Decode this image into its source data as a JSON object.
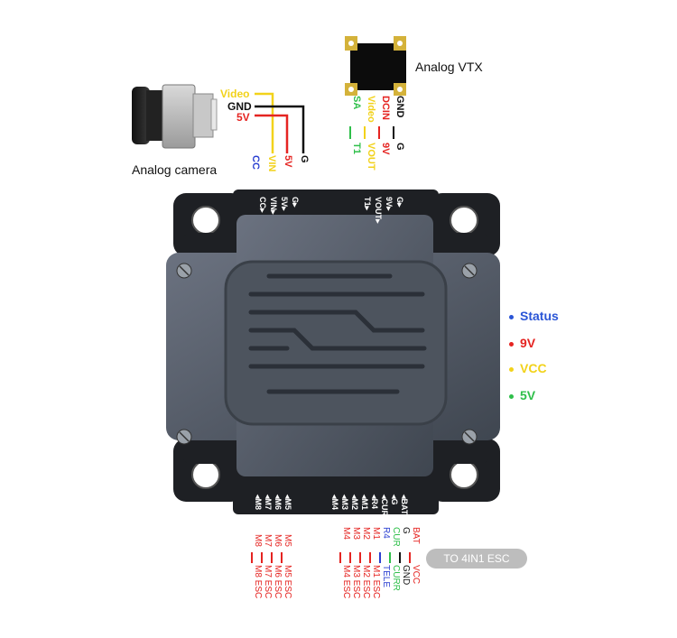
{
  "camera": {
    "title": "Analog camera",
    "wires": [
      {
        "label": "Video",
        "color": "#f2d21a"
      },
      {
        "label": "GND",
        "color": "#111111"
      },
      {
        "label": "5V",
        "color": "#e52421"
      }
    ],
    "pins": [
      {
        "label": "G",
        "color": "#111111"
      },
      {
        "label": "5V",
        "color": "#e52421"
      },
      {
        "label": "VIN",
        "color": "#f2d21a"
      },
      {
        "label": "CC",
        "color": "#2a3fd1"
      }
    ]
  },
  "vtx": {
    "title": "Analog VTX",
    "wires": [
      {
        "label": "GND",
        "pin": "G",
        "color": "#111111"
      },
      {
        "label": "DCIN",
        "pin": "9V",
        "color": "#e52421"
      },
      {
        "label": "Video",
        "pin": "VOUT",
        "color": "#f2d21a"
      },
      {
        "label": "SA",
        "pin": "T1",
        "color": "#2fbf4a"
      }
    ]
  },
  "board": {
    "top_left_pins": [
      "CC",
      "VIN",
      "5V",
      "G"
    ],
    "top_right_pins": [
      "T1",
      "VOUT",
      "9V",
      "G"
    ],
    "bottom_left_pins": [
      "M8",
      "M7",
      "M6",
      "M5"
    ],
    "bottom_right_pins": [
      "M4",
      "M3",
      "M2",
      "M1",
      "R4",
      "CUR",
      "G",
      "BAT"
    ]
  },
  "legend": [
    {
      "label": "Status",
      "color": "#2a55d6"
    },
    {
      "label": "9V",
      "color": "#e52421"
    },
    {
      "label": "VCC",
      "color": "#f2d21a"
    },
    {
      "label": "5V",
      "color": "#2fbf4a"
    }
  ],
  "esc": {
    "pill": "TO 4IN1 ESC",
    "left_pins": [
      {
        "pin": "M5",
        "dest": "M5 ESC"
      },
      {
        "pin": "M6",
        "dest": "M6 ESC"
      },
      {
        "pin": "M7",
        "dest": "M7 ESC"
      },
      {
        "pin": "M8",
        "dest": "M8 ESC"
      }
    ],
    "right_pins": [
      {
        "pin": "BAT",
        "dest": "VCC",
        "color": "#e52421"
      },
      {
        "pin": "G",
        "dest": "GND",
        "color": "#111111"
      },
      {
        "pin": "CUR",
        "dest": "CURR",
        "color": "#2fbf4a"
      },
      {
        "pin": "R4",
        "dest": "TELE",
        "color": "#2a3fd1"
      },
      {
        "pin": "M1",
        "dest": "M1 ESC",
        "color": "#e52421"
      },
      {
        "pin": "M2",
        "dest": "M2 ESC",
        "color": "#e52421"
      },
      {
        "pin": "M3",
        "dest": "M3 ESC",
        "color": "#e52421"
      },
      {
        "pin": "M4",
        "dest": "M4 ESC",
        "color": "#e52421"
      }
    ],
    "wire_color": "#e52421"
  }
}
